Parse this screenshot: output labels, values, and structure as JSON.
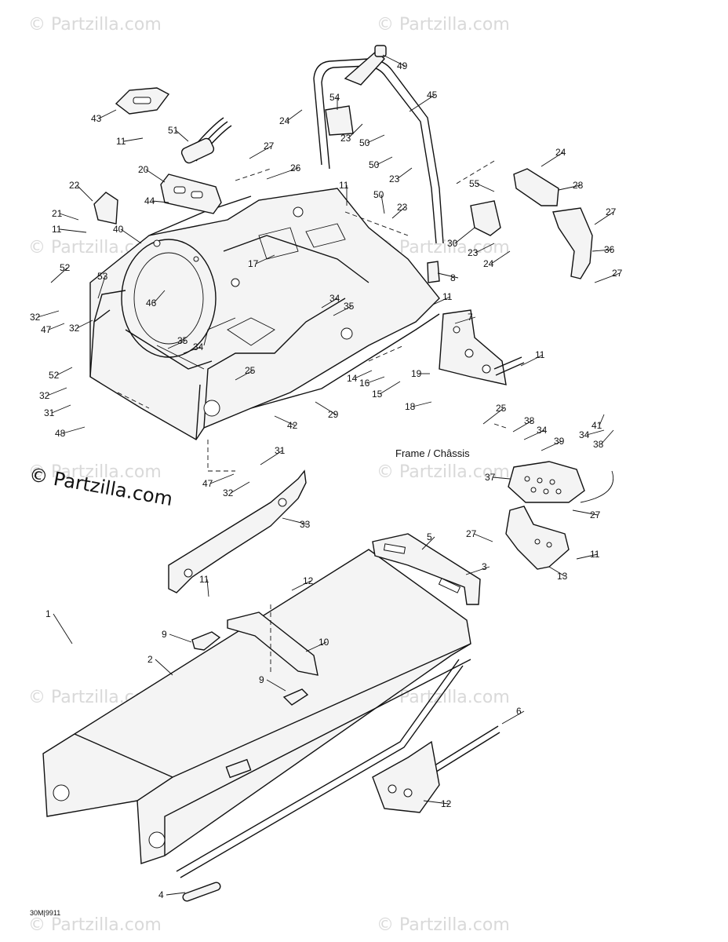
{
  "watermark": {
    "text": "© Partzilla.com",
    "large_text": "© Partzilla.com"
  },
  "diagram": {
    "caption_frame": "Frame / Châssis",
    "drawing_code": "30M|9911"
  },
  "callouts": [
    {
      "id": "c49",
      "label": "49"
    },
    {
      "id": "c45",
      "label": "45"
    },
    {
      "id": "c54",
      "label": "54"
    },
    {
      "id": "c24a",
      "label": "24"
    },
    {
      "id": "c23a",
      "label": "23"
    },
    {
      "id": "c50a",
      "label": "50"
    },
    {
      "id": "c43",
      "label": "43"
    },
    {
      "id": "c11a",
      "label": "11"
    },
    {
      "id": "c51",
      "label": "51"
    },
    {
      "id": "c27a",
      "label": "27"
    },
    {
      "id": "c26",
      "label": "26"
    },
    {
      "id": "c50b",
      "label": "50"
    },
    {
      "id": "c23b",
      "label": "23"
    },
    {
      "id": "c24b",
      "label": "24"
    },
    {
      "id": "c28",
      "label": "28"
    },
    {
      "id": "c20",
      "label": "20"
    },
    {
      "id": "c22",
      "label": "22"
    },
    {
      "id": "c44",
      "label": "44"
    },
    {
      "id": "c11b",
      "label": "11"
    },
    {
      "id": "c50c",
      "label": "50"
    },
    {
      "id": "c23c",
      "label": "23"
    },
    {
      "id": "c55",
      "label": "55"
    },
    {
      "id": "c27b",
      "label": "27"
    },
    {
      "id": "c21",
      "label": "21"
    },
    {
      "id": "c11c",
      "label": "11"
    },
    {
      "id": "c40",
      "label": "40"
    },
    {
      "id": "c17",
      "label": "17"
    },
    {
      "id": "c30",
      "label": "30"
    },
    {
      "id": "c23d",
      "label": "23"
    },
    {
      "id": "c36",
      "label": "36"
    },
    {
      "id": "c24c",
      "label": "24"
    },
    {
      "id": "c27c",
      "label": "27"
    },
    {
      "id": "c52a",
      "label": "52"
    },
    {
      "id": "c53",
      "label": "53"
    },
    {
      "id": "c8",
      "label": "8"
    },
    {
      "id": "c46",
      "label": "46"
    },
    {
      "id": "c34a",
      "label": "34"
    },
    {
      "id": "c35a",
      "label": "35"
    },
    {
      "id": "c11d",
      "label": "11"
    },
    {
      "id": "c32a",
      "label": "32"
    },
    {
      "id": "c47a",
      "label": "47"
    },
    {
      "id": "c32b",
      "label": "32"
    },
    {
      "id": "c7",
      "label": "7"
    },
    {
      "id": "c35b",
      "label": "35"
    },
    {
      "id": "c34b",
      "label": "34"
    },
    {
      "id": "c11e",
      "label": "11"
    },
    {
      "id": "c52b",
      "label": "52"
    },
    {
      "id": "c25a",
      "label": "25"
    },
    {
      "id": "c19",
      "label": "19"
    },
    {
      "id": "c14",
      "label": "14"
    },
    {
      "id": "c16",
      "label": "16"
    },
    {
      "id": "c15",
      "label": "15"
    },
    {
      "id": "c32c",
      "label": "32"
    },
    {
      "id": "c31a",
      "label": "31"
    },
    {
      "id": "c18",
      "label": "18"
    },
    {
      "id": "c29",
      "label": "29"
    },
    {
      "id": "c42",
      "label": "42"
    },
    {
      "id": "c48",
      "label": "48"
    },
    {
      "id": "c25b",
      "label": "25"
    },
    {
      "id": "c38a",
      "label": "38"
    },
    {
      "id": "c34c",
      "label": "34"
    },
    {
      "id": "c39",
      "label": "39"
    },
    {
      "id": "c41",
      "label": "41"
    },
    {
      "id": "c34d",
      "label": "34"
    },
    {
      "id": "c38b",
      "label": "38"
    },
    {
      "id": "c31b",
      "label": "31"
    },
    {
      "id": "c47b",
      "label": "47"
    },
    {
      "id": "c32d",
      "label": "32"
    },
    {
      "id": "c37",
      "label": "37"
    },
    {
      "id": "c33",
      "label": "33"
    },
    {
      "id": "c27d",
      "label": "27"
    },
    {
      "id": "c27e",
      "label": "27"
    },
    {
      "id": "c5",
      "label": "5"
    },
    {
      "id": "c11f",
      "label": "11"
    },
    {
      "id": "c13",
      "label": "13"
    },
    {
      "id": "c3",
      "label": "3"
    },
    {
      "id": "c12a",
      "label": "12"
    },
    {
      "id": "c11g",
      "label": "11"
    },
    {
      "id": "c1",
      "label": "1"
    },
    {
      "id": "c9a",
      "label": "9"
    },
    {
      "id": "c10",
      "label": "10"
    },
    {
      "id": "c2",
      "label": "2"
    },
    {
      "id": "c9b",
      "label": "9"
    },
    {
      "id": "c6",
      "label": "6"
    },
    {
      "id": "c12b",
      "label": "12"
    },
    {
      "id": "c4",
      "label": "4"
    }
  ]
}
